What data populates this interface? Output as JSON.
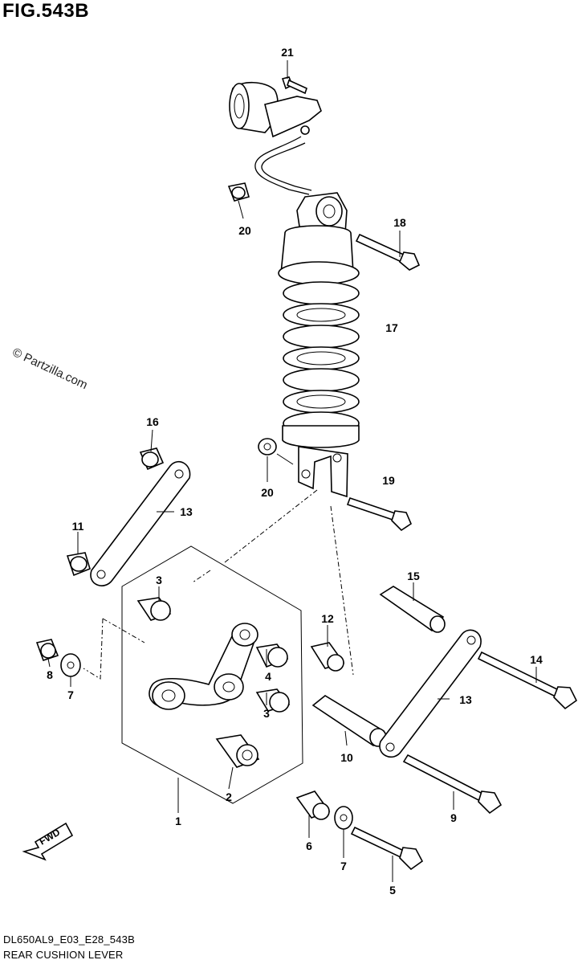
{
  "figure": {
    "title": "FIG.543B",
    "watermark": "© Partzilla.com",
    "code": "DL650AL9_E03_E28_543B",
    "name": "REAR CUSHION LEVER",
    "fwd_label": "FWD"
  },
  "callouts": {
    "c1": "1",
    "c2": "2",
    "c3a": "3",
    "c3b": "3",
    "c4": "4",
    "c5": "5",
    "c6": "6",
    "c7a": "7",
    "c7b": "7",
    "c8": "8",
    "c9": "9",
    "c10": "10",
    "c11": "11",
    "c12": "12",
    "c13a": "13",
    "c13b": "13",
    "c14": "14",
    "c15": "15",
    "c16": "16",
    "c17": "17",
    "c18": "18",
    "c19": "19",
    "c20a": "20",
    "c20b": "20",
    "c21": "21"
  }
}
